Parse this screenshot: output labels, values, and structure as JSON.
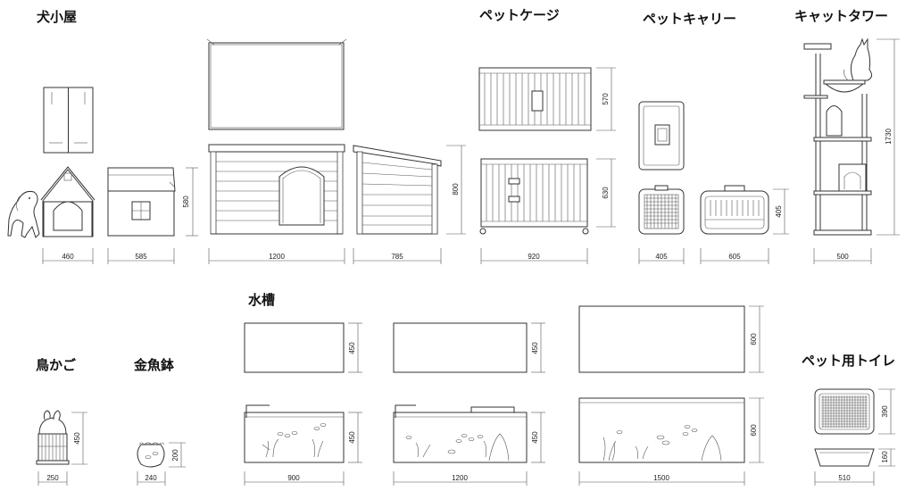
{
  "sections": {
    "doghouse": "犬小屋",
    "cage": "ペットケージ",
    "carrier": "ペットキャリー",
    "cattower": "キャットタワー",
    "aquarium": "水槽",
    "birdcage": "鳥かご",
    "goldfish": "金魚鉢",
    "toilet": "ペット用トイレ"
  },
  "dimensions": {
    "dog_small_w": "460",
    "dog_house2_w": "585",
    "dog_house2_h": "580",
    "dog_big_w": "1200",
    "dog_side_w": "785",
    "dog_big_h": "800",
    "cage_top_h": "570",
    "cage_front_h": "630",
    "cage_w": "920",
    "carrier_small_w": "405",
    "carrier_big_w": "605",
    "carrier_h": "405",
    "tower_w": "500",
    "tower_h": "1730",
    "tank1_top_h": "450",
    "tank2_top_h": "450",
    "tank3_top_h": "600",
    "tank1_front_h": "450",
    "tank2_front_h": "450",
    "tank3_front_h": "600",
    "tank1_w": "900",
    "tank2_w": "1200",
    "tank3_w": "1500",
    "bird_w": "250",
    "bird_h": "450",
    "bowl_w": "240",
    "bowl_h": "200",
    "toilet_top_h": "390",
    "toilet_front_h": "160",
    "toilet_w": "510"
  }
}
